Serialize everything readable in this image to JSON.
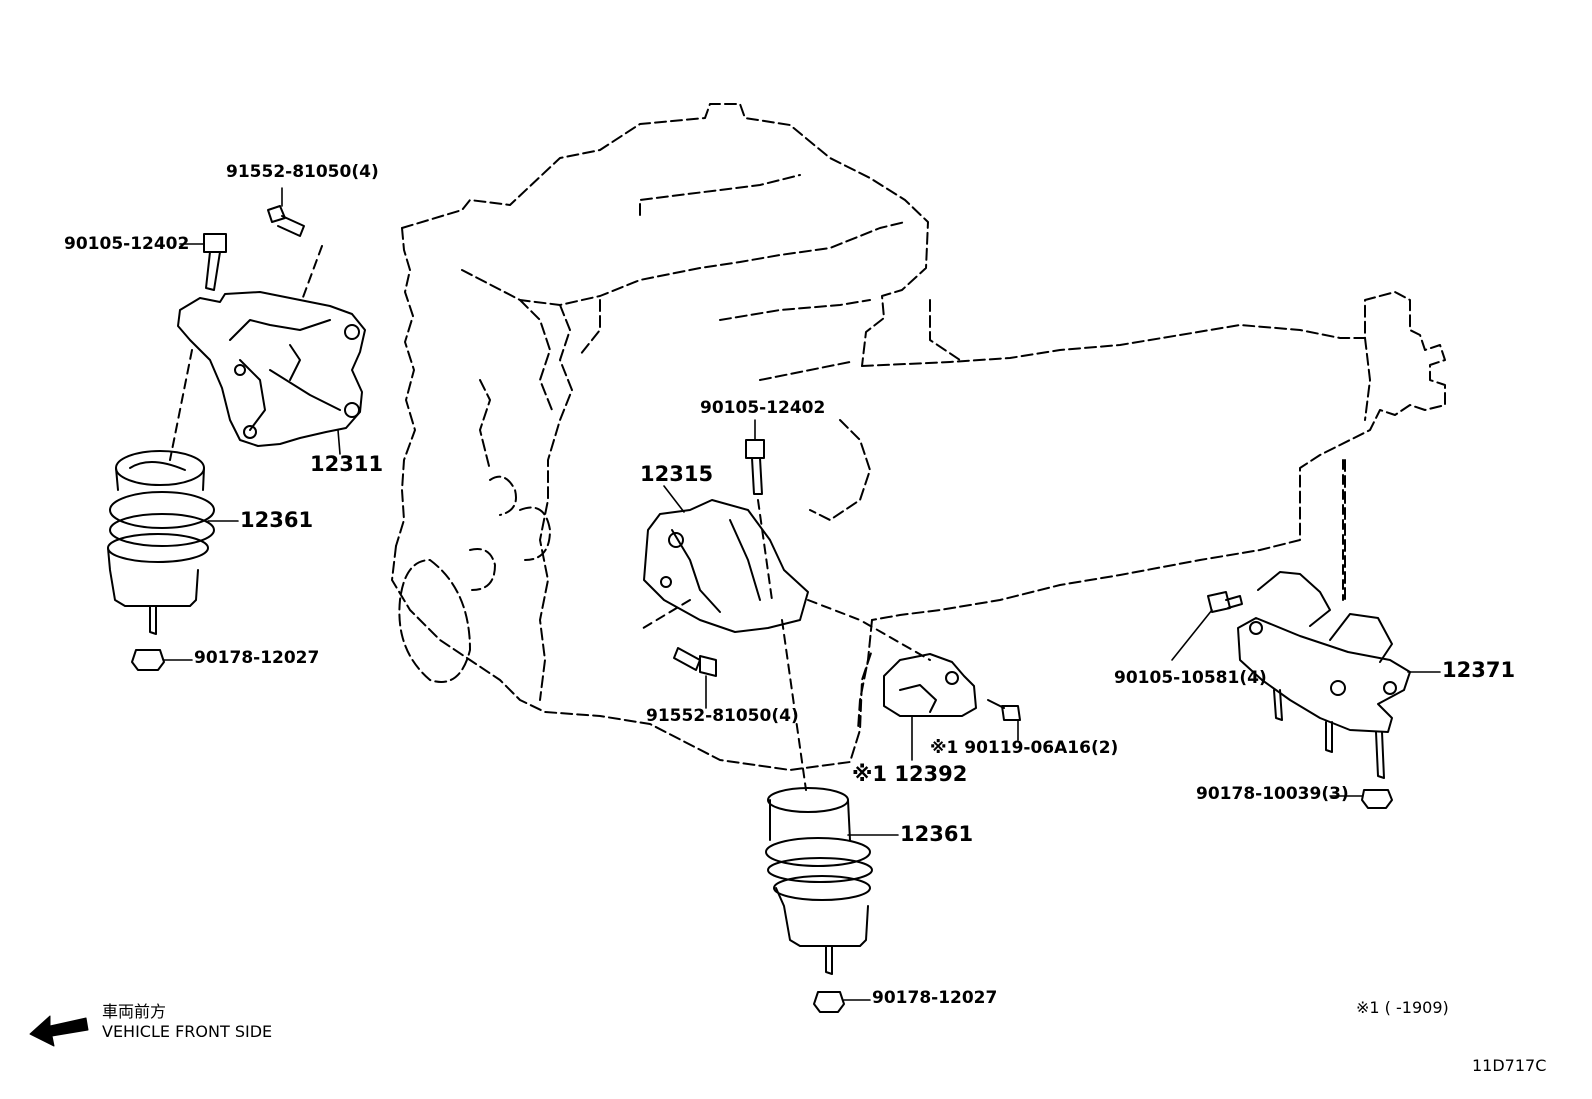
{
  "diagram": {
    "labels": {
      "bolt_91552_top": "91552-81050(4)",
      "bolt_90105_top_left": "90105-12402",
      "bracket_12311": "12311",
      "insulator_12361_left": "12361",
      "nut_90178_left": "90178-12027",
      "bolt_90105_center": "90105-12402",
      "bracket_12315": "12315",
      "bolt_91552_center": "91552-81050(4)",
      "insulator_12361_center": "12361",
      "nut_90178_bottom": "90178-12027",
      "bracket_12392": "※1 12392",
      "bolt_90119": "※1 90119-06A16(2)",
      "bolt_90105_right": "90105-10581(4)",
      "mount_12371": "12371",
      "nut_90178_right": "90178-10039(3)"
    },
    "front_side": {
      "japanese": "車両前方",
      "english": "VEHICLE FRONT SIDE"
    },
    "footnote": "※1 (      -1909)",
    "drawing_ref": "11D717C"
  },
  "colors": {
    "line": "#000000",
    "background": "#ffffff"
  }
}
